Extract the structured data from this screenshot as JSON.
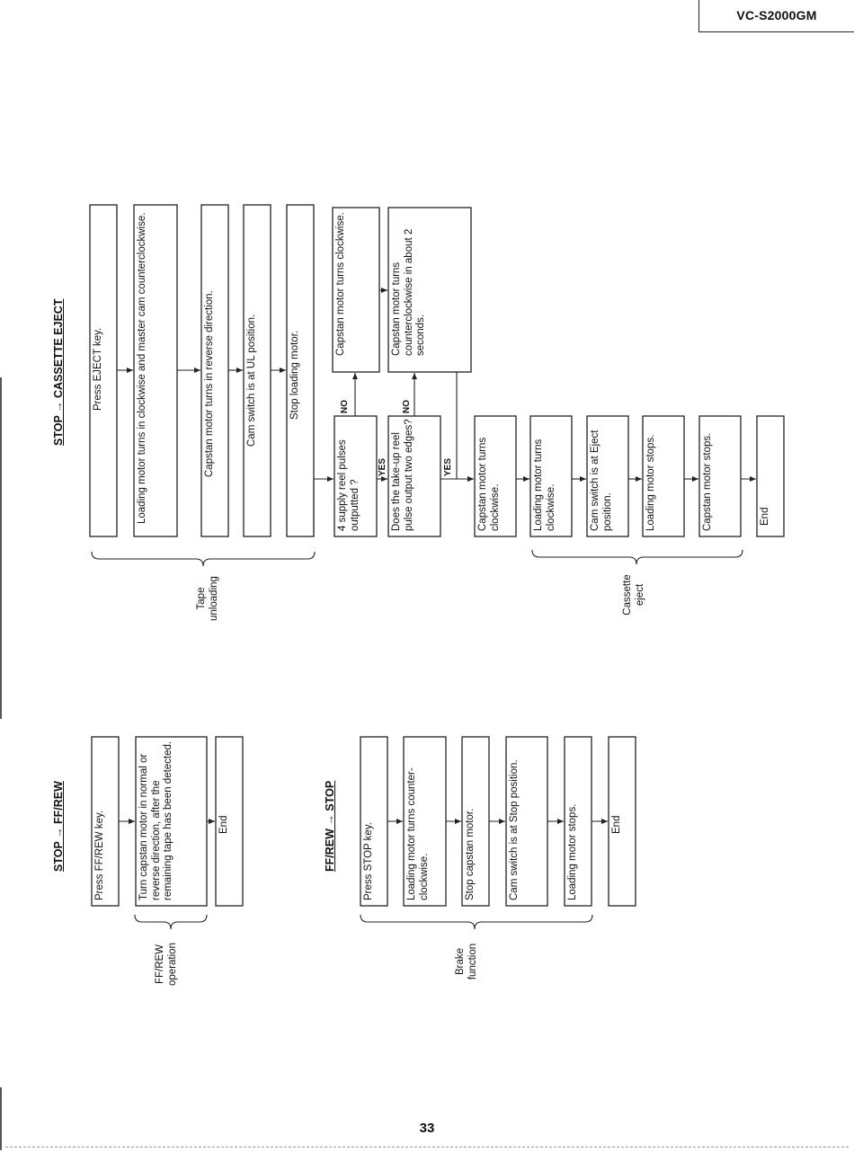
{
  "header": {
    "model": "VC-S2000GM"
  },
  "page_number": "33",
  "sections": {
    "stop_ffrew": {
      "title": "STOP → FF/REW",
      "steps": [
        "Press FF/REW key.",
        "Turn capstan motor in normal or reverse direction, after the remaining tape has been detected.",
        "End"
      ],
      "group_label": "FF/REW operation"
    },
    "ffrew_stop": {
      "title": "FF/REW → STOP",
      "steps": [
        "Press STOP key.",
        "Loading motor turns counter-clockwise.",
        "Stop capstan motor.",
        "Cam switch is at Stop position.",
        "Loading motor stops.",
        "End"
      ],
      "group_label": "Brake function"
    },
    "stop_eject": {
      "title": "STOP → CASSETTE EJECT",
      "steps": [
        "Press EJECT key.",
        "Loading motor turns in clockwise and master cam counterclockwise.",
        "Capstan motor turns in reverse direction.",
        "Cam switch is at UL position.",
        "Stop loading motor."
      ],
      "decision1": "4 supply reel pulses outputted ?",
      "decision2": "Does the take-up reel pulse output two edges?",
      "no_action1": "Capstan motor turns clockwise.",
      "no_action2": "Capstan motor turns counterclockwise in about 2 seconds.",
      "eject_steps": [
        "Capstan motor turns clockwise.",
        "Loading motor turns clockwise.",
        "Cam switch is at Eject position.",
        "Loading motor stops.",
        "Capstan motor stops.",
        "End"
      ],
      "answers": {
        "yes": "YES",
        "no": "NO"
      },
      "group_tape": "Tape unloading",
      "group_eject": "Cassette eject"
    }
  }
}
